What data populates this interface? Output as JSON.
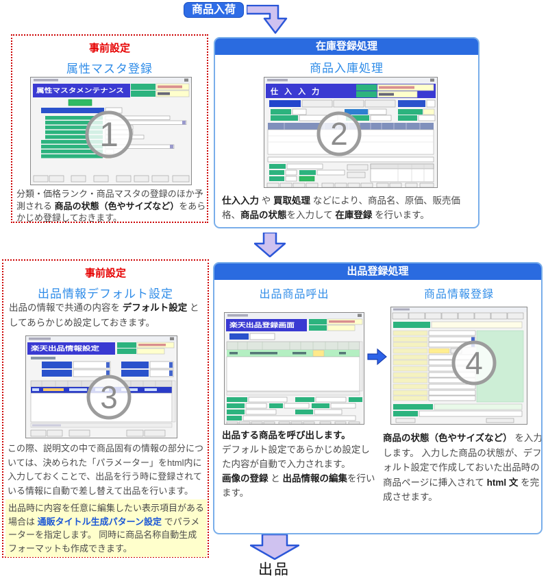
{
  "flow": {
    "start_label": "商品入荷",
    "end_label": "出品"
  },
  "colors": {
    "badge_blue": "#2e6ce6",
    "panel_header_blue": "#2a6be0",
    "panel_border_blue": "#79aeea",
    "heading_red": "#e60000",
    "subtitle_blue": "#2f8ce8",
    "link_blue": "#1a56d6",
    "note_yellow": "#ffffcc",
    "arrow_fill": "#cfc2f0",
    "arrow_stroke": "#2b57d8"
  },
  "panel_preset_attr": {
    "title": "事前設定",
    "subtitle": "属性マスタ登録",
    "description": [
      {
        "text": "分類・価格ランク・商品マスタの登録のほか予測される "
      },
      {
        "text": "商品の状態（色やサイズなど）",
        "bold": true
      },
      {
        "text": "をあらかじめ登録しておきます。"
      }
    ]
  },
  "panel_stock": {
    "title": "在庫登録処理",
    "subtitle": "商品入庫処理",
    "description": [
      {
        "text": "仕入入力",
        "bold": true
      },
      {
        "text": " や "
      },
      {
        "text": "買取処理",
        "bold": true
      },
      {
        "text": " などにより、商品名、原価、販売価格、"
      },
      {
        "text": "商品の状態",
        "bold": true
      },
      {
        "text": "を入力して "
      },
      {
        "text": "在庫登録",
        "bold": true
      },
      {
        "text": " を行います。"
      }
    ]
  },
  "panel_preset_listing": {
    "title": "事前設定",
    "subtitle": "出品情報デフォルト設定",
    "intro": [
      {
        "text": "出品の情報で共通の内容を "
      },
      {
        "text": "デフォルト設定",
        "bold": true
      },
      {
        "text": " としてあらかじめ設定しておきます。"
      }
    ],
    "description": [
      {
        "text": "この際、説明文の中で商品固有の情報の部分については、決められた「パラメーター」をhtml内に入力しておくことで、出品を行う時に登録されている情報に自動で差し替えて出品を行います。"
      }
    ],
    "note": [
      {
        "text": "出品時に内容を任意に編集したい表示項目がある場合は "
      },
      {
        "text": "通販タイトル生成パターン設定",
        "bold": true,
        "color": "#1a56d6",
        "link": true
      },
      {
        "text": " でパラメーターを指定します。 同時に商品名称自動生成フォーマットも作成できます。"
      }
    ]
  },
  "panel_listing": {
    "title": "出品登録処理",
    "left": {
      "subtitle": "出品商品呼出",
      "description": [
        {
          "text": "出品する商品を呼び出します。",
          "bold": true,
          "br": true
        },
        {
          "text": "デフォルト設定であらかじめ設定した内容が自動で入力されます。",
          "br": true
        },
        {
          "text": "画像の登録",
          "bold": true
        },
        {
          "text": " と "
        },
        {
          "text": "出品情報の編集",
          "bold": true
        },
        {
          "text": "を行います。"
        }
      ]
    },
    "right": {
      "subtitle": "商品情報登録",
      "description": [
        {
          "text": "商品の状態（色やサイズなど）",
          "bold": true
        },
        {
          "text": " を入力します。 入力した商品の状態が、デフォルト設定で作成しておいた出品時の商品ページに挿入されて "
        },
        {
          "text": "html 文",
          "bold": true
        },
        {
          "text": " を完成させます。"
        }
      ]
    }
  },
  "shots": {
    "s1": {
      "title": "属性マスタメンテナンス",
      "step": "1"
    },
    "s2": {
      "title": "仕 入 入 力",
      "step": "2"
    },
    "s3": {
      "title": "楽天出品情報設定",
      "step": "3"
    },
    "s4a": {
      "title": "楽天出品登録画面"
    },
    "s4b": {
      "step": "4"
    }
  }
}
